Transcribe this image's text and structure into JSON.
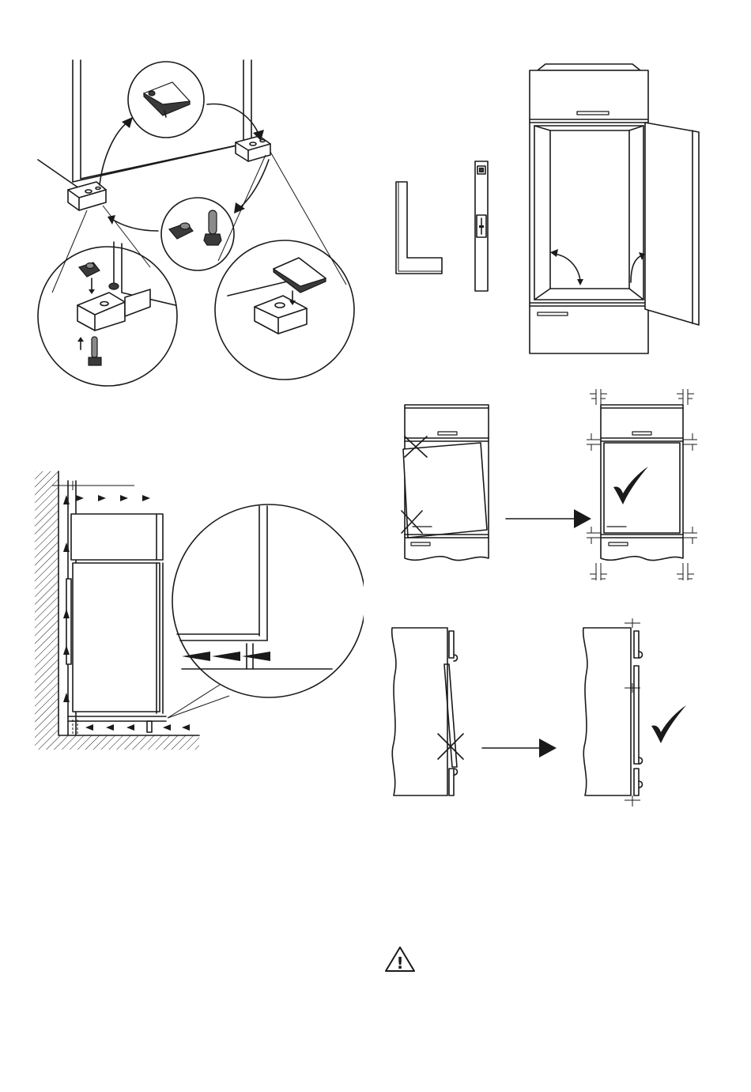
{
  "figures": [
    {
      "id": "fig-hinge-cover-assembly",
      "icons": [
        "hinge-cover-icon",
        "hinge-block-icon",
        "hinge-pin-icon",
        "curved-arrow-icon"
      ]
    },
    {
      "id": "fig-square-and-level",
      "icons": [
        "set-square-icon",
        "spirit-level-icon"
      ]
    },
    {
      "id": "fig-cabinet-open-door",
      "icons": [
        "cabinet-icon",
        "angle-arrow-icon"
      ]
    },
    {
      "id": "fig-ventilation-airflow",
      "icons": [
        "wall-hatch-icon",
        "airflow-arrow-icon",
        "magnifier-circle-icon"
      ]
    },
    {
      "id": "fig-door-alignment-front",
      "icons": [
        "cross-mark-icon",
        "check-mark-icon",
        "right-arrow-icon",
        "gap-dimension-icon"
      ]
    },
    {
      "id": "fig-door-alignment-side",
      "icons": [
        "cross-mark-icon",
        "check-mark-icon",
        "right-arrow-icon",
        "gap-dimension-icon"
      ]
    }
  ],
  "warning": {
    "icon": "warning-triangle-icon",
    "symbol": "!"
  },
  "colors": {
    "line": "#1a1a1a",
    "fill": "#ffffff",
    "shade": "#3a3a3a",
    "mid_shade": "#8a8a8a"
  }
}
